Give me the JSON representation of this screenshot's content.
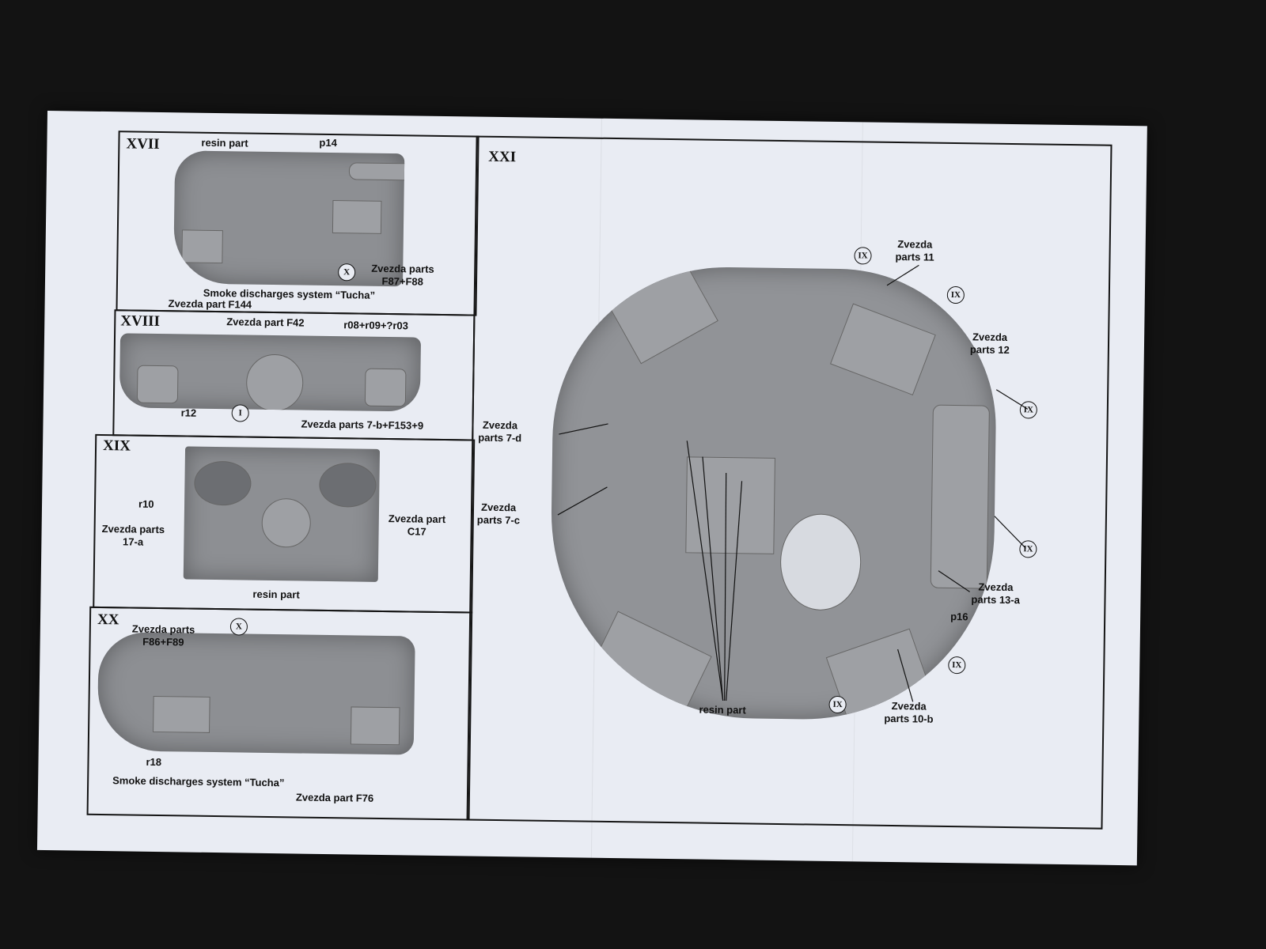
{
  "panel_xvii": {
    "numeral": "XVII",
    "resin_label": "resin part",
    "p14_label": "p14",
    "circle_x": "X",
    "zvezda_f87_line1": "Zvezda parts",
    "zvezda_f87_line2": "F87+F88",
    "smoke_label": "Smoke discharges system “Tucha”",
    "f144_label": "Zvezda part F144"
  },
  "panel_xviii": {
    "numeral": "XVIII",
    "f42_label": "Zvezda part F42",
    "r08_label": "r08+r09+?r03",
    "r12_label": "r12",
    "circle_i": "I",
    "parts_7b_label": "Zvezda parts 7-b+F153+9"
  },
  "panel_xix": {
    "numeral": "XIX",
    "r10_label": "r10",
    "parts_17a_line1": "Zvezda parts",
    "parts_17a_line2": "17-a",
    "c17_line1": "Zvezda part",
    "c17_line2": "C17",
    "resin_label": "resin part"
  },
  "panel_xx": {
    "numeral": "XX",
    "f86_line1": "Zvezda parts",
    "f86_line2": "F86+F89",
    "circle_x": "X",
    "r18_label": "r18",
    "smoke_label": "Smoke discharges system “Tucha”",
    "f76_label": "Zvezda part F76"
  },
  "panel_xxi": {
    "numeral": "XXI",
    "circle_ix": "IX",
    "parts11_line1": "Zvezda",
    "parts11_line2": "parts 11",
    "parts12_line1": "Zvezda",
    "parts12_line2": "parts 12",
    "parts7d_line1": "Zvezda",
    "parts7d_line2": "parts 7-d",
    "parts7c_line1": "Zvezda",
    "parts7c_line2": "parts 7-c",
    "parts13a_line1": "Zvezda",
    "parts13a_line2": "parts 13-a",
    "p16_label": "p16",
    "resin_label": "resin part",
    "parts10b_line1": "Zvezda",
    "parts10b_line2": "parts 10-b"
  }
}
